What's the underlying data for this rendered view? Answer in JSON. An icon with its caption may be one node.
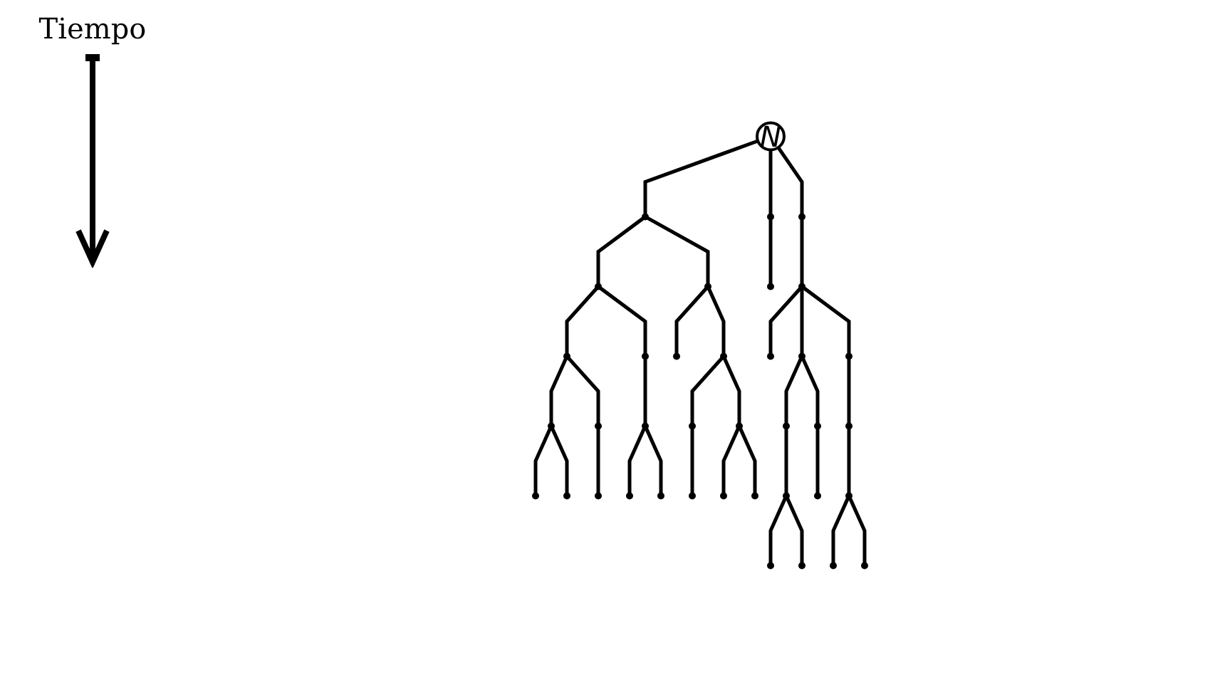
{
  "diagram": {
    "nodes": [
      {
        "text": [
          "N"
        ]
      },
      {
        "text": [],
        "shape": "circle"
      },
      {
        "text": [],
        "shape": "circle"
      },
      {
        "text": [],
        "shape": "circle"
      },
      {
        "text": [],
        "shape": "circle"
      },
      {
        "text": [],
        "shape": "circle"
      },
      {
        "text": [],
        "shape": "circle"
      },
      {
        "text": [],
        "shape": "circle"
      },
      {
        "text": [],
        "shape": "circle"
      },
      {
        "text": [],
        "shape": "circle"
      },
      {
        "text": [],
        "shape": "circle"
      },
      {
        "text": [],
        "shape": "circle"
      },
      {
        "text": [],
        "shape": "circle"
      },
      {
        "text": [],
        "shape": "circle"
      },
      {
        "text": [],
        "shape": "circle"
      },
      {
        "text": [],
        "shape": "circle"
      },
      {
        "text": [],
        "shape": "circle"
      },
      {
        "text": [],
        "shape": "circle"
      },
      {
        "text": [],
        "shape": "circle"
      },
      {
        "text": [],
        "shape": "circle"
      },
      {
        "text": [],
        "shape": "circle"
      },
      {
        "text": [],
        "shape": "circle"
      },
      {
        "text": [],
        "shape": "circle"
      },
      {
        "text": [],
        "shape": "circle"
      },
      {
        "text": [],
        "shape": "circle"
      },
      {
        "text": [],
        "shape": "circle"
      },
      {
        "text": [],
        "shape": "circle"
      },
      {
        "text": [],
        "shape": "circle"
      },
      {
        "text": [],
        "shape": "circle"
      },
      {
        "text": [],
        "shape": "circle"
      },
      {
        "text": [],
        "shape": "circle"
      },
      {
        "text": [],
        "shape": "circle"
      },
      {
        "text": [],
        "shape": "circle"
      },
      {
        "text": [],
        "shape": "circle"
      },
      {
        "text": [],
        "shape": "circle"
      },
      {
        "text": [],
        "shape": "circle"
      },
      {
        "text": [],
        "shape": "circle"
      },
      {
        "text": [],
        "shape": "circle"
      }
    ],
    "edges": [
      {
        "from": 0,
        "to": 1,
        "arrow": "none"
      },
      {
        "from": 0,
        "to": 2,
        "arrow": "none"
      },
      {
        "from": 0,
        "to": 3,
        "arrow": "none"
      },
      {
        "from": 1,
        "to": 4,
        "arrow": "none"
      },
      {
        "from": 1,
        "to": 5,
        "arrow": "none"
      },
      {
        "from": 2,
        "to": 6,
        "arrow": "none"
      },
      {
        "from": 3,
        "to": 7,
        "arrow": "none"
      },
      {
        "from": 4,
        "to": 8,
        "arrow": "none"
      },
      {
        "from": 4,
        "to": 9,
        "arrow": "none"
      },
      {
        "from": 5,
        "to": 10,
        "arrow": "none"
      },
      {
        "from": 5,
        "to": 11,
        "arrow": "none"
      },
      {
        "from": 7,
        "to": 12,
        "arrow": "none"
      },
      {
        "from": 7,
        "to": 13,
        "arrow": "none"
      },
      {
        "from": 7,
        "to": 14,
        "arrow": "none"
      },
      {
        "from": 8,
        "to": 15,
        "arrow": "none"
      },
      {
        "from": 8,
        "to": 16,
        "arrow": "none"
      },
      {
        "from": 9,
        "to": 17,
        "arrow": "none"
      },
      {
        "from": 11,
        "to": 18,
        "arrow": "none"
      },
      {
        "from": 11,
        "to": 19,
        "arrow": "none"
      },
      {
        "from": 13,
        "to": 20,
        "arrow": "none"
      },
      {
        "from": 13,
        "to": 21,
        "arrow": "none"
      },
      {
        "from": 14,
        "to": 22,
        "arrow": "none"
      },
      {
        "from": 15,
        "to": 23,
        "arrow": "none"
      },
      {
        "from": 15,
        "to": 24,
        "arrow": "none"
      },
      {
        "from": 16,
        "to": 25,
        "arrow": "none"
      },
      {
        "from": 17,
        "to": 26,
        "arrow": "none"
      },
      {
        "from": 17,
        "to": 27,
        "arrow": "none"
      },
      {
        "from": 18,
        "to": 28,
        "arrow": "none"
      },
      {
        "from": 19,
        "to": 29,
        "arrow": "none"
      },
      {
        "from": 19,
        "to": 30,
        "arrow": "none"
      },
      {
        "from": 20,
        "to": 31,
        "arrow": "none"
      },
      {
        "from": 21,
        "to": 32,
        "arrow": "none"
      },
      {
        "from": 22,
        "to": 33,
        "arrow": "none"
      },
      {
        "from": 31,
        "to": 34,
        "arrow": "none"
      },
      {
        "from": 31,
        "to": 35,
        "arrow": "none"
      },
      {
        "from": 33,
        "to": 36,
        "arrow": "none"
      },
      {
        "from": 33,
        "to": 37,
        "arrow": "none"
      }
    ],
    "labels": [
      "Tiempo"
    ]
  }
}
